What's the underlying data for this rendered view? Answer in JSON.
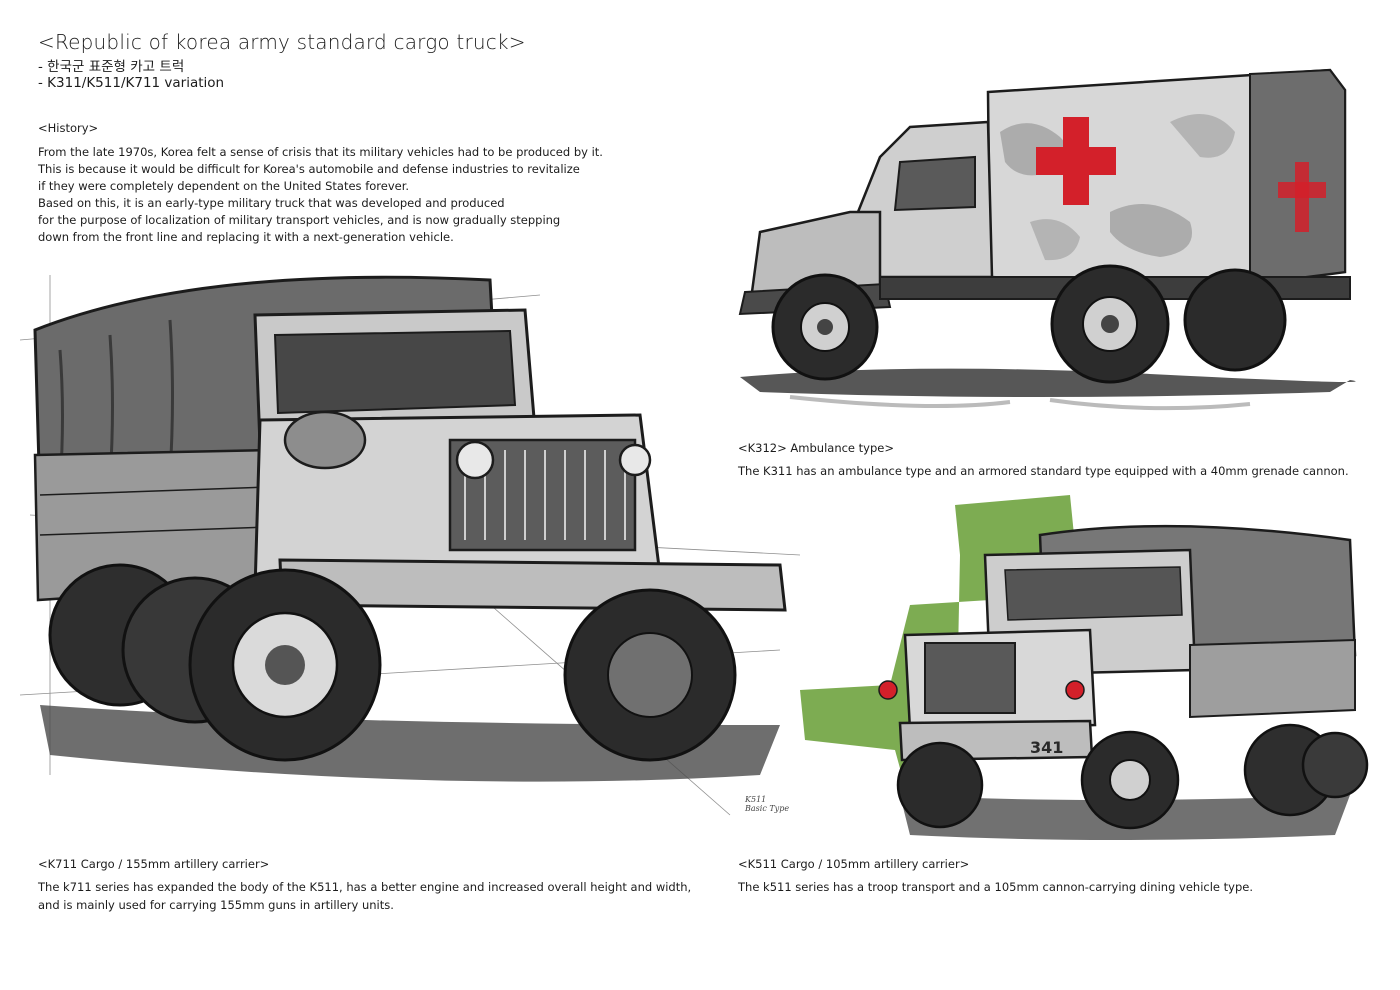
{
  "header": {
    "title": "<Republic of korea army standard cargo truck>",
    "subtitle_korean": "- 한국군 표준형 카고 트럭",
    "subtitle_variation": "- K311/K511/K711 variation"
  },
  "history": {
    "heading": "<History>",
    "lines": [
      "From the late 1970s, Korea felt a sense of crisis that its military vehicles had to be produced by it.",
      "This is because it would be difficult for Korea's automobile and defense industries to revitalize",
      "if they were completely dependent on the United States forever.",
      "Based on this, it is an early-type military truck that was developed and produced",
      "for the purpose of localization of military transport vehicles, and is now gradually stepping",
      "down from the front line and replacing it with a next-generation vehicle."
    ]
  },
  "k312": {
    "heading": "<K312> Ambulance type>",
    "text": "The K311 has an ambulance type and an armored standard type equipped with a 40mm grenade cannon."
  },
  "k711": {
    "heading": "<K711 Cargo / 155mm artillery carrier>",
    "lines": [
      "The k711 series has expanded the body of the K511, has a better engine and increased overall height and width,",
      "and is mainly used for carrying 155mm guns in artillery units."
    ]
  },
  "k511": {
    "heading": "<K511 Cargo / 105mm artillery carrier>",
    "text": "The k511 series has a troop transport and a 105mm cannon-carrying dining vehicle type.",
    "bumper_number": "341",
    "sketch_note": [
      "K511",
      "Basic Type"
    ]
  },
  "colors": {
    "ink": "#1c1c1c",
    "marker_gray": "#8a8a8a",
    "marker_green": "#6fa33f",
    "red_cross": "#d3202a"
  },
  "icons": [
    "red-cross-icon"
  ]
}
